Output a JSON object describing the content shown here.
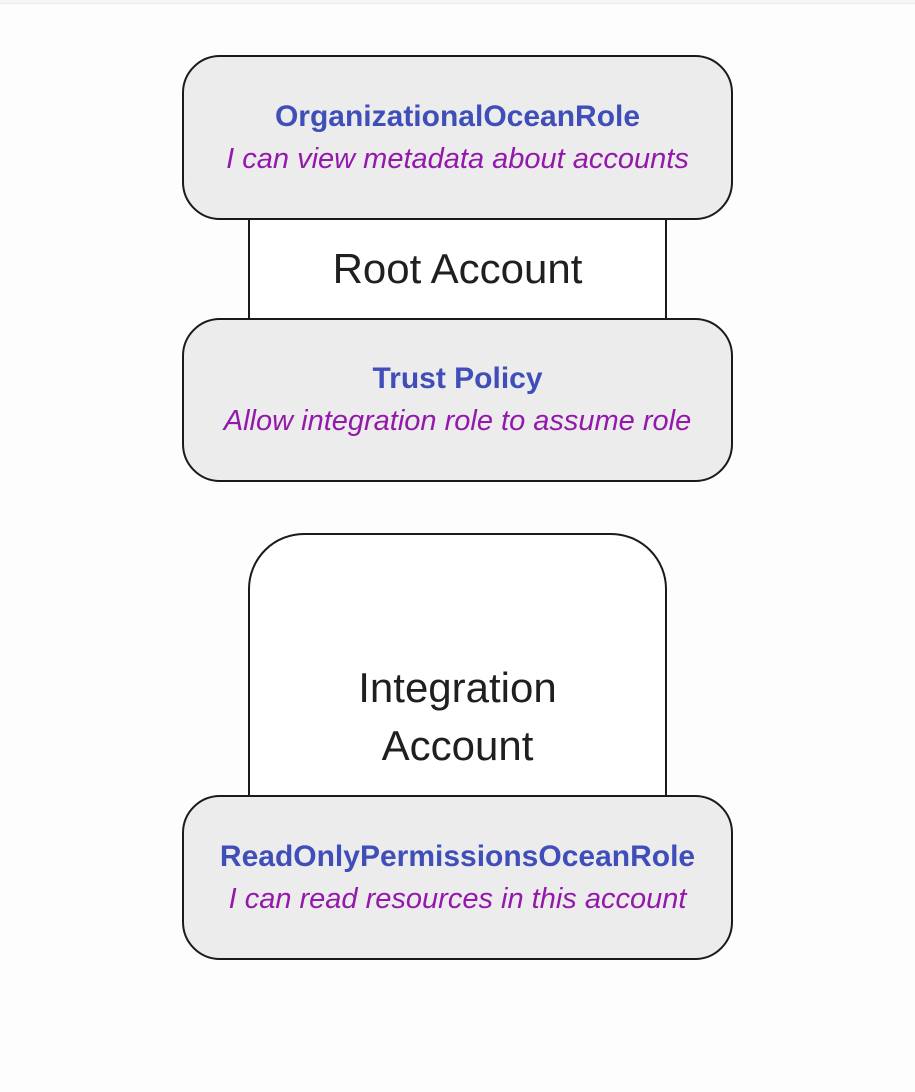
{
  "colors": {
    "page-bg": "#fdfdfd",
    "node-fill": "#ececec",
    "node-border": "#1a1a1a",
    "cluster-border": "#1a1a1a",
    "cluster-fill": "#ffffff",
    "title-color": "#3f4eb8",
    "subtitle-color": "#9418ac",
    "label-color": "#1f1f1f"
  },
  "diagram": {
    "clusters": [
      {
        "id": "root-account",
        "label": "Root Account",
        "nodes": [
          {
            "id": "organizational-ocean-role",
            "title": "OrganizationalOceanRole",
            "subtitle": "I can view metadata about accounts"
          },
          {
            "id": "trust-policy",
            "title": "Trust Policy",
            "subtitle": "Allow integration role to assume role"
          }
        ]
      },
      {
        "id": "integration-account",
        "label": "Integration\nAccount",
        "nodes": [
          {
            "id": "readonly-permissions-ocean-role",
            "title": "ReadOnlyPermissionsOceanRole",
            "subtitle": "I can read resources in this account"
          }
        ]
      }
    ]
  }
}
